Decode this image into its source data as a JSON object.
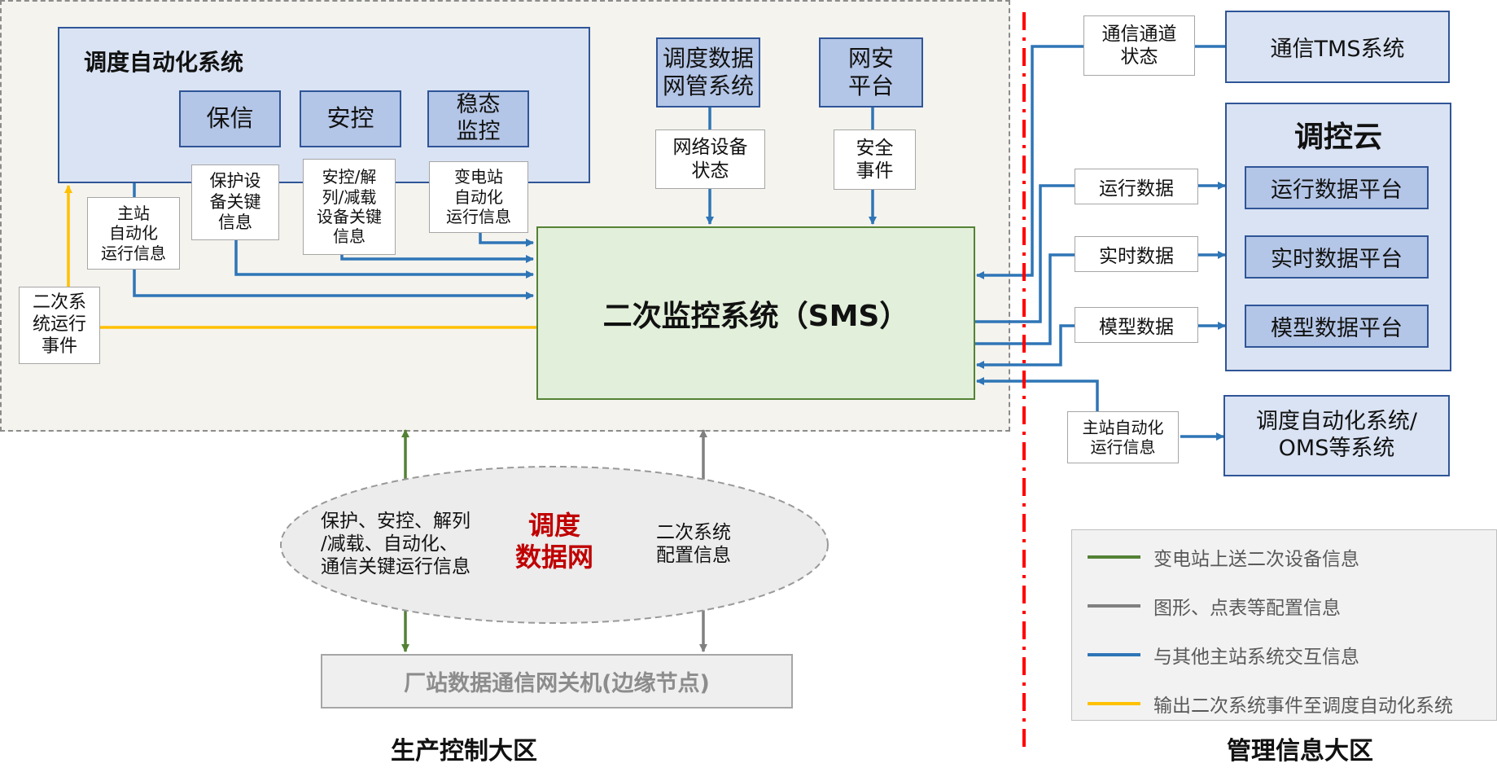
{
  "zones": {
    "production": "生产控制大区",
    "management": "管理信息大区"
  },
  "dispatch_auto": {
    "title": "调度自动化系统",
    "modules": [
      "保信",
      "安控",
      "稳态\n监控"
    ],
    "data_labels": [
      "保护设\n备关键\n信息",
      "安控/解\n列/减载\n设备关键\n信息",
      "变电站\n自动化\n运行信息"
    ]
  },
  "master_info": "主站\n自动化\n运行信息",
  "secondary_event": "二次系\n统运行\n事件",
  "netmgmt": {
    "title": "调度数据\n网管系统",
    "label": "网络设备\n状态"
  },
  "netsec": {
    "title": "网安\n平台",
    "label": "安全\n事件"
  },
  "sms": {
    "title": "二次监控系统（SMS）"
  },
  "right_labels": {
    "comm_status": "通信通道\n状态",
    "run_data": "运行数据",
    "realtime_data": "实时数据",
    "model_data": "模型数据",
    "master_auto": "主站自动化\n运行信息"
  },
  "right_systems": {
    "tms": "通信TMS系统",
    "cloud_title": "调控云",
    "cloud_items": [
      "运行数据平台",
      "实时数据平台",
      "模型数据平台"
    ],
    "oms": "调度自动化系统/\nOMS等系统"
  },
  "network": {
    "title": "调度\n数据网",
    "left_text": "保护、安控、解列\n/减载、自动化、\n通信关键运行信息",
    "right_text": "二次系统\n配置信息"
  },
  "gateway": "厂站数据通信网关机(边缘节点)",
  "legend": [
    {
      "label": "变电站上送二次设备信息",
      "color": "#548235"
    },
    {
      "label": "图形、点表等配置信息",
      "color": "#808080"
    },
    {
      "label": "与其他主站系统交互信息",
      "color": "#2e75b6"
    },
    {
      "label": "输出二次系统事件至调度自动化系统",
      "color": "#ffc000"
    }
  ],
  "colors": {
    "blue": "#2e75b6",
    "green": "#548235",
    "gray": "#808080",
    "yellow": "#ffc000",
    "red": "#ff0000",
    "network_title": "#c00000"
  }
}
